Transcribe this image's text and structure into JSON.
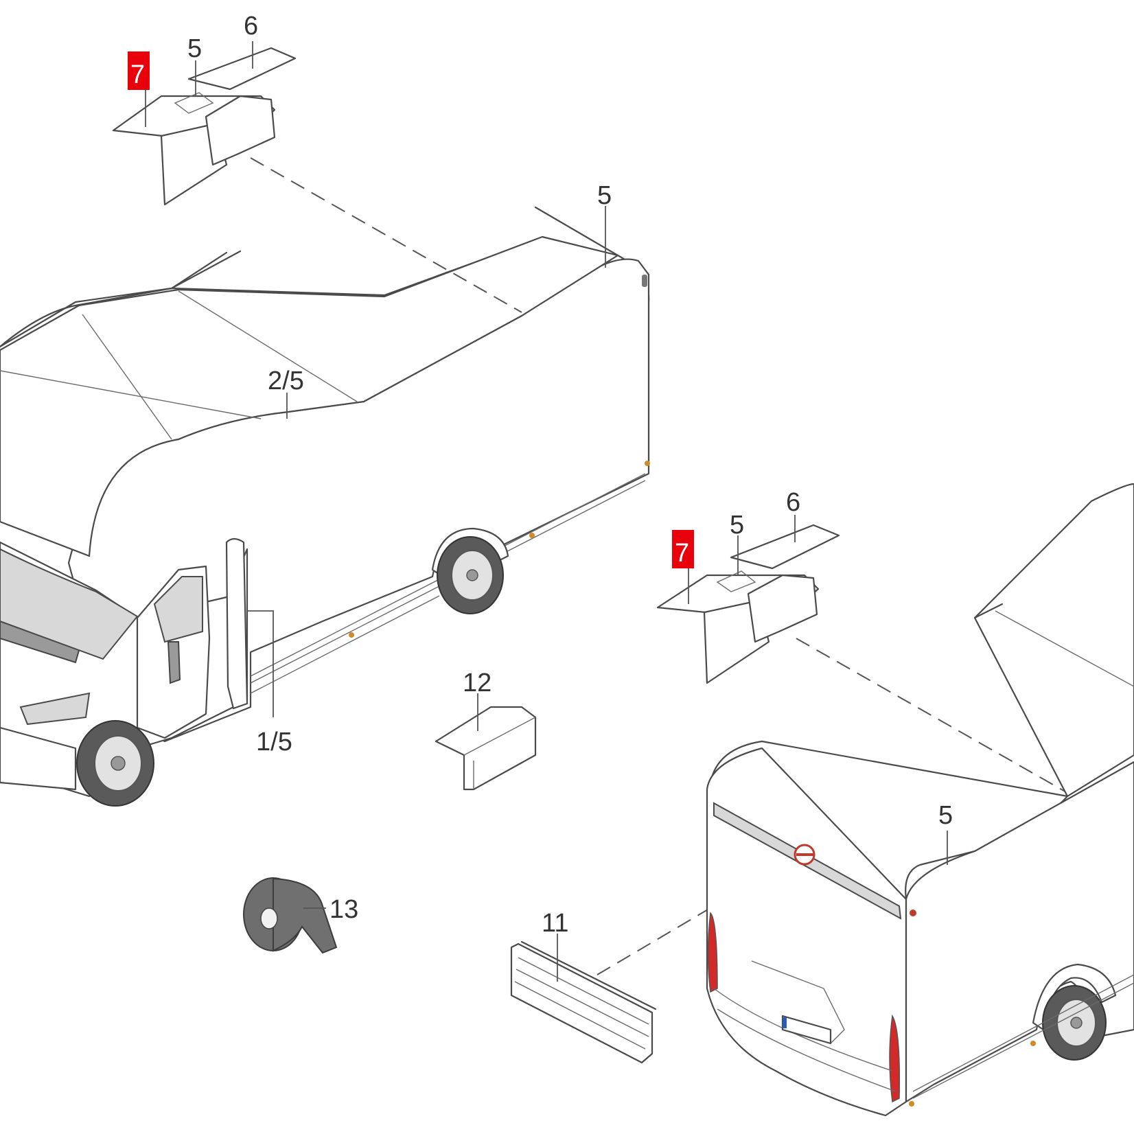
{
  "callouts": {
    "c7_top": "7",
    "c5_top": "5",
    "c6_top": "6",
    "c5_roof_rear": "5",
    "c2_5": "2/5",
    "c1_5": "1/5",
    "c7_mid": "7",
    "c5_mid": "5",
    "c6_mid": "6",
    "c12": "12",
    "c13": "13",
    "c11": "11",
    "c5_rear_vehicle": "5"
  },
  "colors": {
    "highlight": "#e8000b",
    "line": "#4a4a4a",
    "taillight": "#d22a2a"
  },
  "icons": {
    "corner_cap_top": "corner-cap-icon",
    "corner_cap_mid": "corner-cap-icon",
    "sealing_tape": "tape-roll-icon",
    "edge_profile": "rail-profile-icon",
    "small_cap": "corner-cap-icon"
  }
}
